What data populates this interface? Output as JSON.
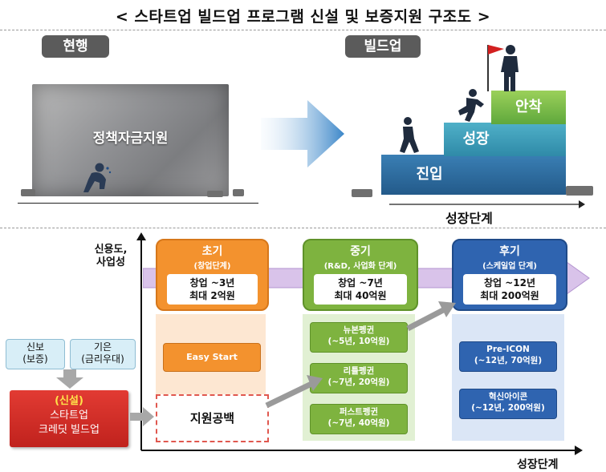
{
  "title": "< 스타트업 빌드업 프로그램 신설 및 보증지원 구조도 >",
  "top": {
    "current_label": "현행",
    "buildup_label": "빌드업",
    "wall_text": "정책자금지원",
    "stairs": {
      "entry": "진입",
      "growth": "성장",
      "settle": "안착"
    },
    "growth_axis_label": "성장단계"
  },
  "bottom": {
    "y_axis_label": [
      "신용도,",
      "사업성"
    ],
    "x_axis_label": "성장단계",
    "stages": [
      {
        "title": "초기",
        "subtitle": "(창업단계)",
        "line1": "창업 ~3년",
        "line2": "최대 2억원",
        "color": "#f3922e"
      },
      {
        "title": "중기",
        "subtitle": "(R&D, 사업화 단계)",
        "line1": "창업 ~7년",
        "line2": "최대 40억원",
        "color": "#7eb33f"
      },
      {
        "title": "후기",
        "subtitle": "(스케일업 단계)",
        "line1": "창업 ~12년",
        "line2": "최대 200억원",
        "color": "#2f64b0"
      }
    ],
    "early_program": "Easy Start",
    "gap_label": "지원공백",
    "mid_programs": [
      {
        "name": "뉴본펭귄",
        "detail": "(~5년, 10억원)"
      },
      {
        "name": "리틀펭귄",
        "detail": "(~7년, 20억원)"
      },
      {
        "name": "퍼스트펭귄",
        "detail": "(~7년, 40억원)"
      }
    ],
    "late_programs": [
      {
        "name": "Pre-ICON",
        "detail": "(~12년, 70억원)"
      },
      {
        "name": "혁신아이콘",
        "detail": "(~12년, 200억원)"
      }
    ],
    "sources": [
      {
        "name": "신보",
        "detail": "(보증)"
      },
      {
        "name": "기은",
        "detail": "(금리우대)"
      }
    ],
    "new_program": {
      "tag": "(신설)",
      "line1": "스타트업",
      "line2": "크레딧 빌드업"
    }
  }
}
